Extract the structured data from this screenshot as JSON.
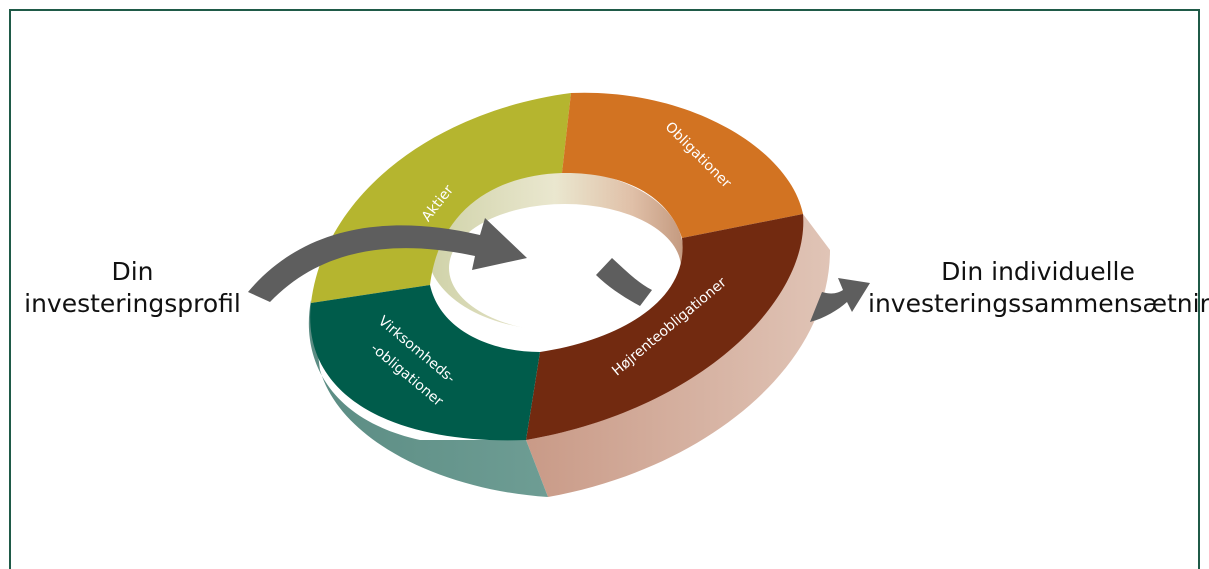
{
  "input_label": "Din\ninvesteringsprofil",
  "output_label": "Din individuelle\ninvesteringssammensætning",
  "segments": [
    {
      "label": "Aktier",
      "color": "#b5b52f"
    },
    {
      "label": "Obligationer",
      "color": "#d27322"
    },
    {
      "label": "Højrenteobligationer",
      "color": "#722a10"
    },
    {
      "label": "Virksomheds-",
      "label2": "-obligationer",
      "color": "#005c4b"
    }
  ],
  "colors": {
    "frame": "#1f5a47",
    "arrow": "#5e5e5e",
    "side_rust": "#dcbcae",
    "side_green": "#63938a",
    "inner_wall": "#e9e6c8"
  }
}
